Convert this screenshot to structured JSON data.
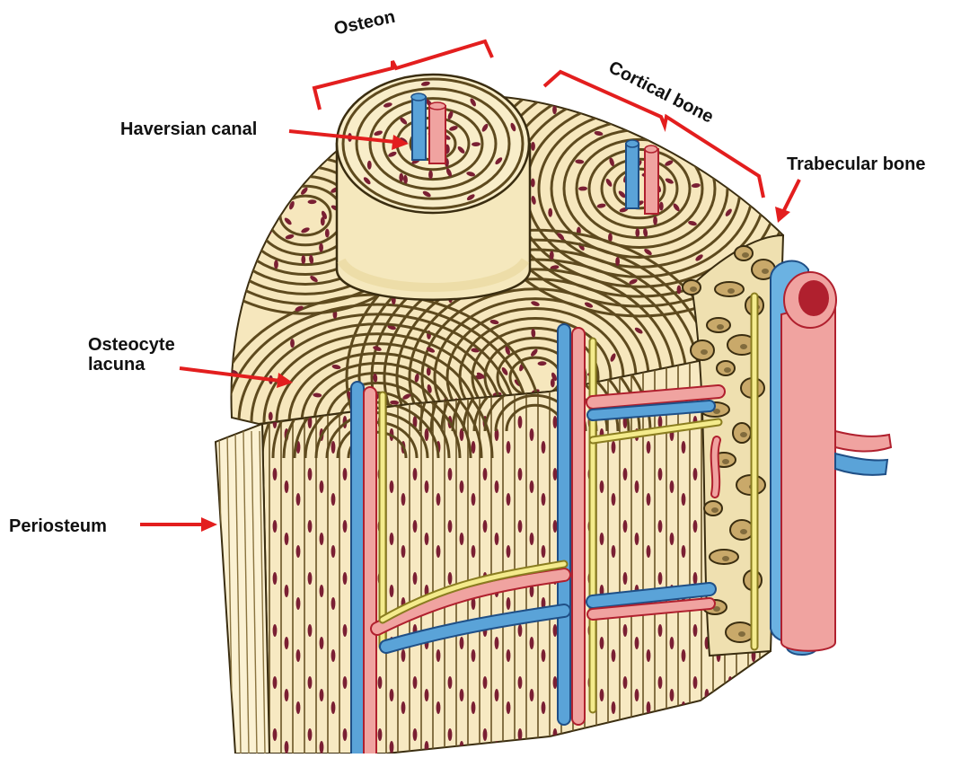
{
  "labels": {
    "osteon": "Osteon",
    "cortical_bone": "Cortical bone",
    "haversian_canal": "Haversian canal",
    "trabecular_bone": "Trabecular bone",
    "osteocyte_lacuna_line1": "Osteocyte",
    "osteocyte_lacuna_line2": "lacuna",
    "periosteum": "Periosteum"
  },
  "colors": {
    "bone": "#f6e7bd",
    "bone_light": "#fbf3d8",
    "lamella": "#5e4a1e",
    "lacuna": "#7a1f33",
    "artery": "#f0a3a0",
    "artery_edge": "#b0202e",
    "vein": "#5aa3d8",
    "vein_edge": "#1f4f86",
    "nerve": "#f4eb8c",
    "pointer": "#e31e1e",
    "marrow": "#c9a96a"
  }
}
